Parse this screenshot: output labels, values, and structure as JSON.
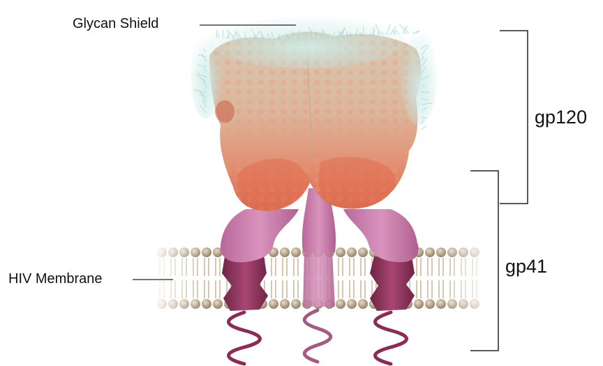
{
  "labels": {
    "glycan_shield": "Glycan Shield",
    "gp120": "gp120",
    "gp41": "gp41",
    "hiv_membrane": "HIV Membrane"
  },
  "colors": {
    "glycan": "#bfe2df",
    "gp120_top": "#d9c3ad",
    "gp120_bottom": "#df7a5a",
    "gp41_stem": "#c978a7",
    "transmembrane": "#8e2f55",
    "lipid_head": "#b29c7b",
    "tail": "#8a2c56",
    "bracket": "#222222"
  },
  "icons": {
    "protein": "hiv-envelope-spike-illustration",
    "membrane": "lipid-bilayer-illustration"
  }
}
